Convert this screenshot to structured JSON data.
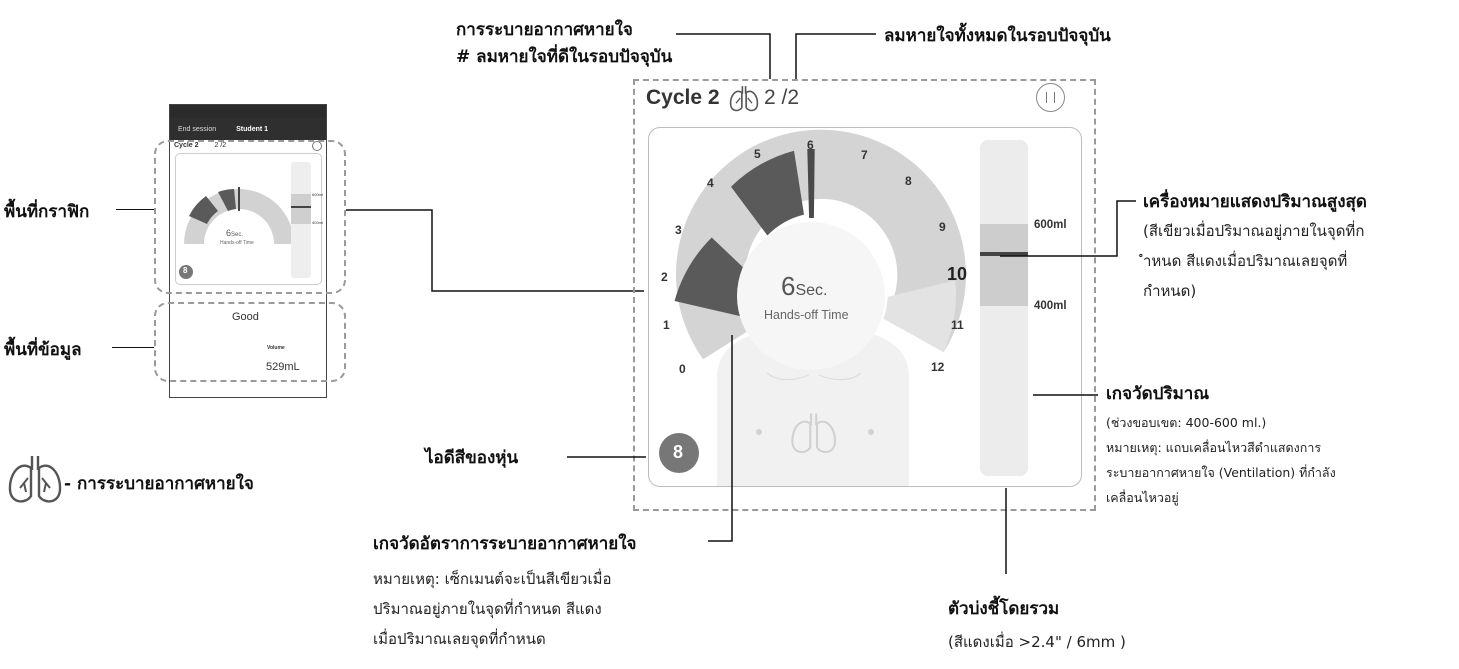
{
  "annotations": {
    "breaths_title": "การระบายอากาศหายใจ",
    "breaths_subtitle": "# ลมหายใจที่ดีในรอบปัจจุบัน",
    "total_breaths": "ลมหายใจทั้งหมดในรอบปัจจุบัน",
    "graph_area": "พื้นที่กราฟิก",
    "info_area": "พื้นที่ข้อมูล",
    "ventilation_legend": "- การระบายอากาศหายใจ",
    "max_marker_title": "เครื่องหมายแสดงปริมาณสูงสุด",
    "max_marker_note": [
      "(สีเขียวเมื่อปริมาณอยู่ภายในจุดที่ก",
      "ำหนด สีแดงเมื่อปริมาณเลยจุดที่",
      "กำหนด)"
    ],
    "volume_gauge_title": "เกจวัดปริมาณ",
    "volume_gauge_note": [
      "(ช่วงขอบเขต: 400-600 ml.)",
      "หมายเหตุ: แถบเคลื่อนไหวสีดำแสดงการ",
      "ระบายอากาศหายใจ (Ventilation) ที่กำลัง",
      "เคลื่อนไหวอยู่"
    ],
    "manikin_id_title": "ไอดีสีของหุ่น",
    "rate_gauge_title": "เกจวัดอัตราการระบายอากาศหายใจ",
    "rate_gauge_note": [
      "หมายเหตุ: เซ็กเมนต์จะเป็นสีเขียวเมื่อ",
      "ปริมาณอยู่ภายในจุดที่กำหนด สีแดง",
      "เมื่อปริมาณเลยจุดที่กำหนด"
    ],
    "overall_title": "ตัวบ่งชี้โดยรวม",
    "overall_note": "(สีแดงเมื่อ >2.4\" / 6mm )"
  },
  "main_panel": {
    "cycle_label": "Cycle 2",
    "good_breaths": "2",
    "total_breaths": "/2",
    "hands_off_value": "6",
    "hands_off_unit": "Sec.",
    "hands_off_label": "Hands-off Time",
    "manikin_id": "8",
    "volume_high": "600ml",
    "volume_low": "400ml",
    "dial_ticks": [
      "0",
      "1",
      "2",
      "3",
      "4",
      "5",
      "6",
      "7",
      "8",
      "9",
      "10",
      "11",
      "12"
    ]
  },
  "phone": {
    "end_session": "End session",
    "student": "Student 1",
    "cycle_label": "Cycle 2",
    "good_breaths": "2",
    "total_breaths": "/2",
    "hands_off_value": "6",
    "hands_off_unit": "Sec.",
    "hands_off_label": "Hands-off Time",
    "manikin_id": "8",
    "status": "Good",
    "volume_label": "Volume",
    "volume_value": "529mL",
    "volume_high": "600ml",
    "volume_low": "400ml"
  },
  "icons": {
    "lungs": "lungs-icon",
    "pause": "pause-icon"
  },
  "colors": {
    "segment_light": "#cfcfcf",
    "segment_dark": "#555555",
    "panel_border": "#bdbdbd"
  }
}
